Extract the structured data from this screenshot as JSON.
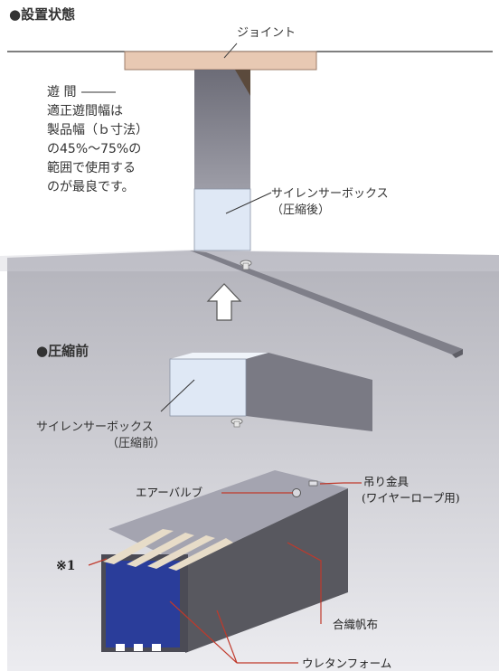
{
  "section1": {
    "heading": "●設置状態",
    "joint_label": "ジョイント",
    "gap_label": "遊 間",
    "gap_note": "適正遊間幅は\n製品幅（ｂ寸法）\nの45%～75%の\n範囲で使用する\nのが最良です。",
    "compressed_label_1": "サイレンサーボックス",
    "compressed_label_2": "（圧縮後）"
  },
  "section2": {
    "heading": "●圧縮前",
    "box_label_1": "サイレンサーボックス",
    "box_label_2": "（圧縮前）"
  },
  "section3": {
    "air_valve": "エアーバルブ",
    "hanger_1": "吊り金具",
    "hanger_2": "(ワイヤーロープ用)",
    "note_mark": "※1",
    "canvas": "合織帆布",
    "urethane": "ウレタンフォーム"
  },
  "colors": {
    "joint_slab": "#e8c9b3",
    "slab_top": "#8f8f99",
    "slab_body": "#c3c3ca",
    "box_face": "#dfe8f5",
    "foam_blue": "#2a3d9a",
    "stripe": "#e7dcc8",
    "leader_red": "#c0392b"
  }
}
